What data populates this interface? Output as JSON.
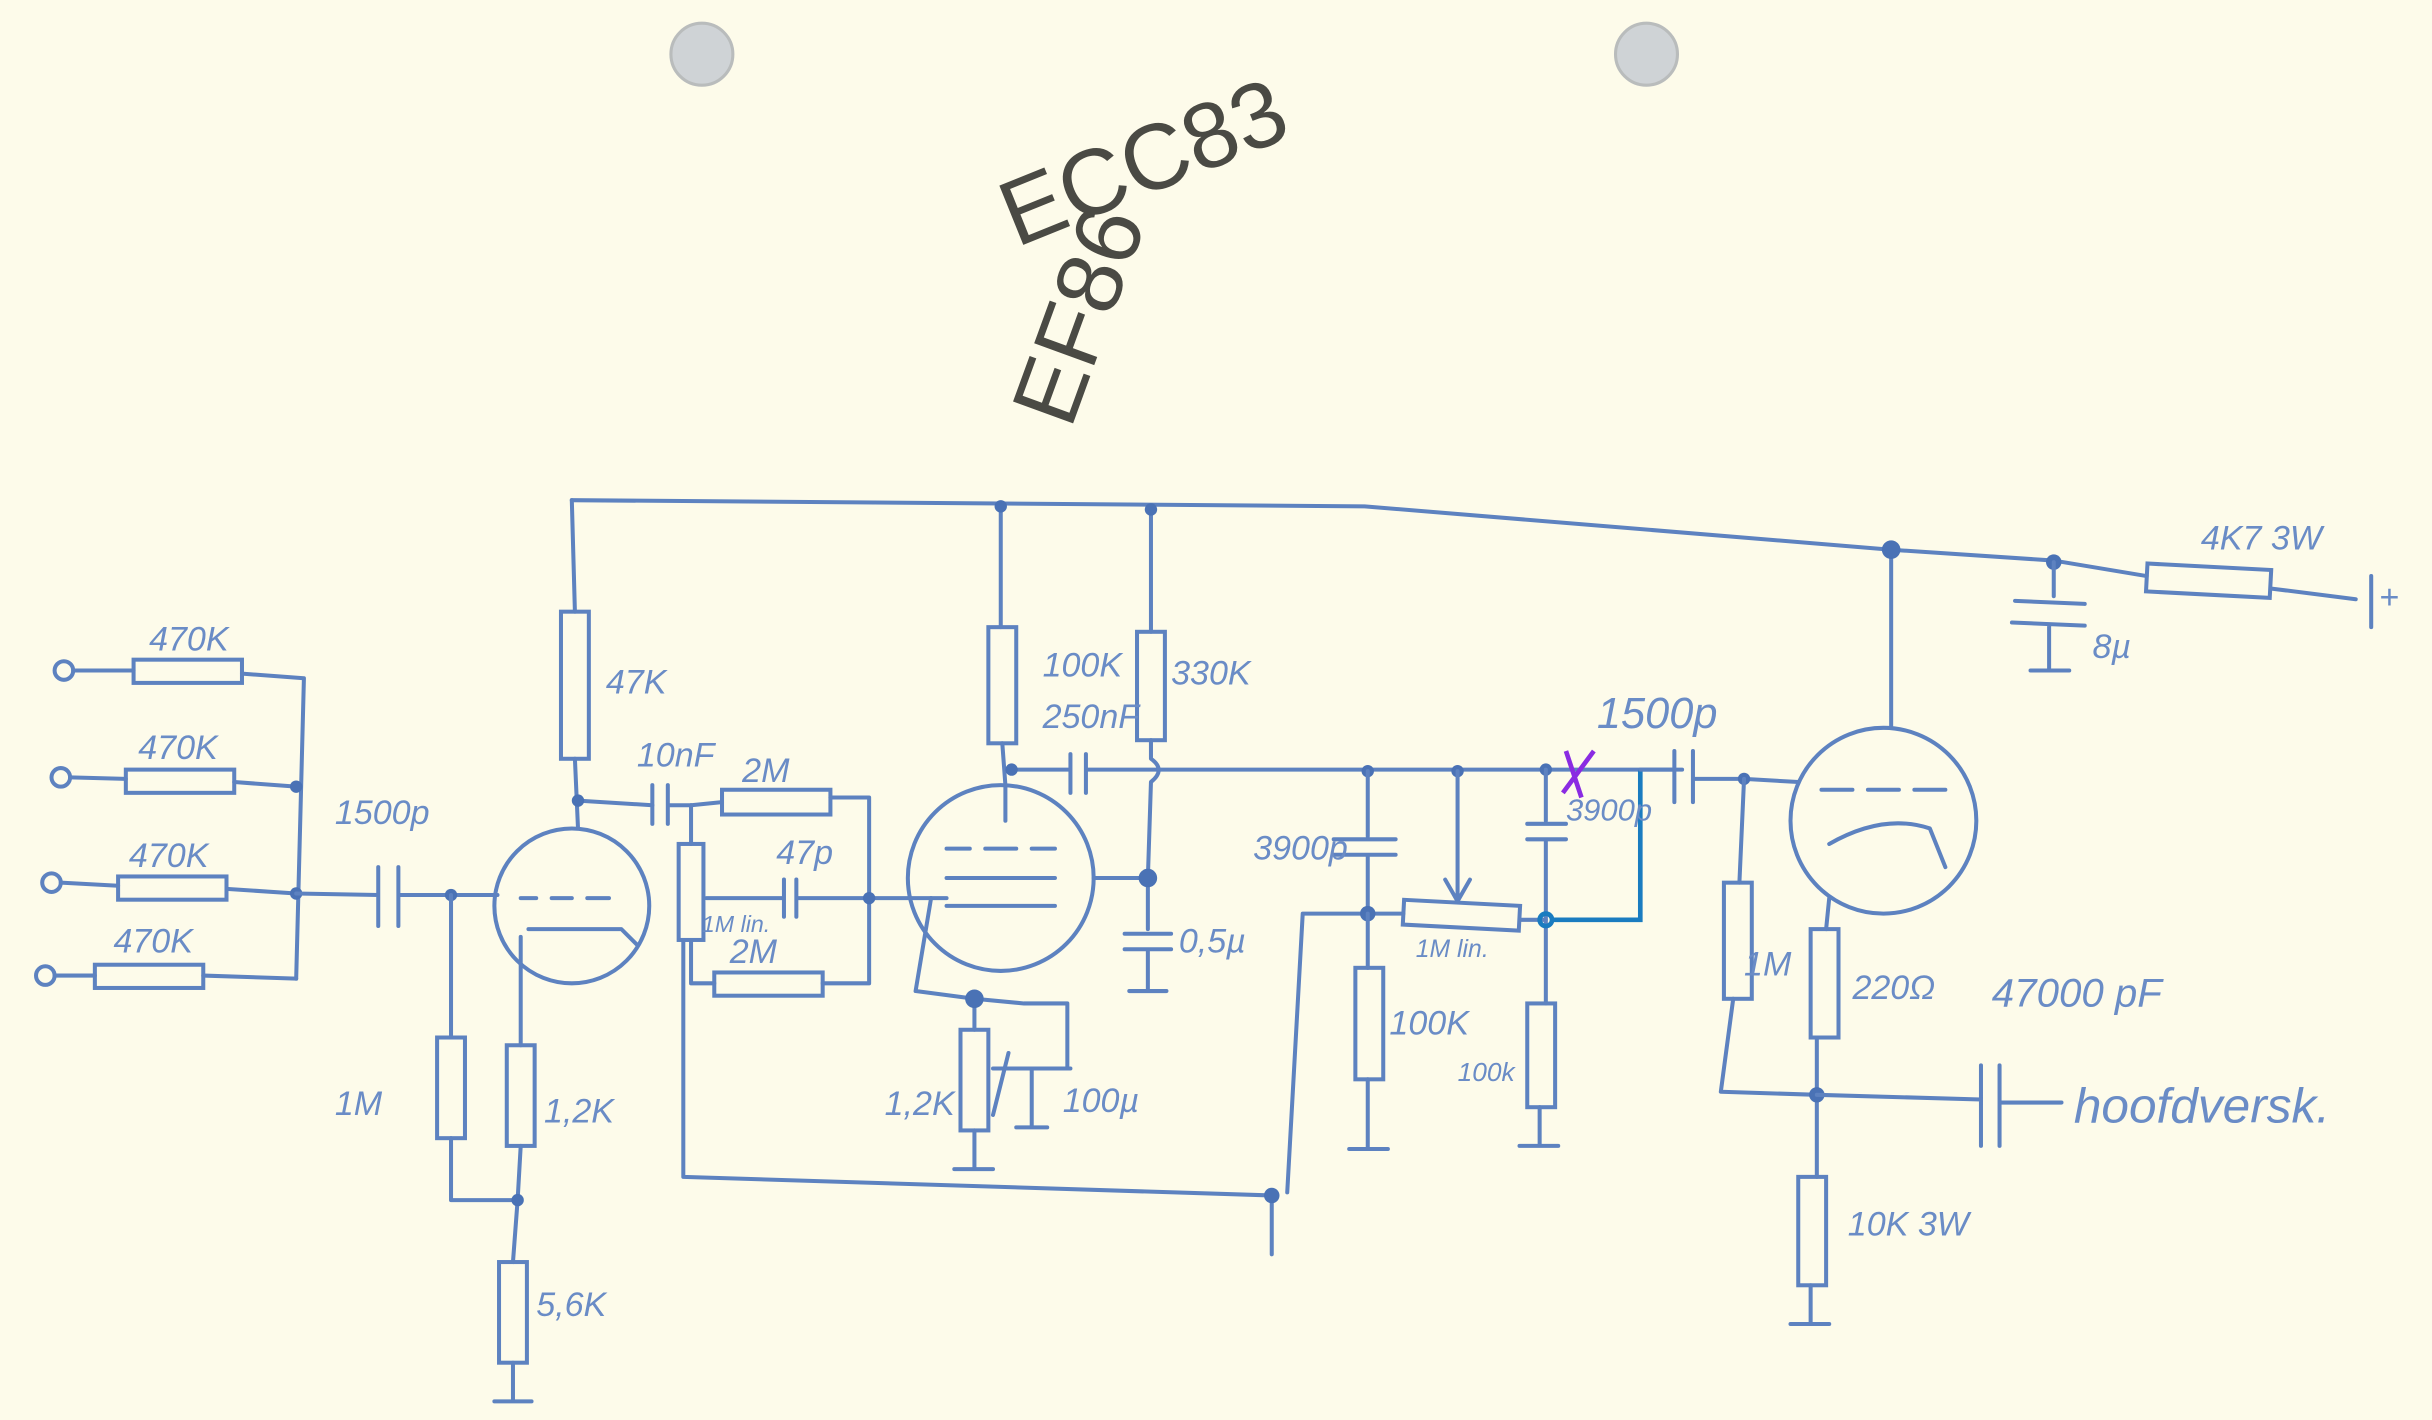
{
  "tubes": [
    "ECC83",
    "EF86"
  ],
  "labels": {
    "in_r1": "470K",
    "in_r2": "470K",
    "in_r3": "470K",
    "in_r4": "470K",
    "in_cap": "1500p",
    "v1_anode_r": "47K",
    "v1_grid_r": "1M",
    "v1_cath_r": "1,2K",
    "v1_cath_r2": "5,6K",
    "coupling_cap": "10nF",
    "fb_r_top": "2M",
    "fb_cap": "47p",
    "pot1": "1M lin.",
    "fb_r_bot": "2M",
    "v2_anode_r": "100K",
    "v2_screen_r": "330K",
    "v2_out_cap": "250nF",
    "v2_screen_cap": "0,5µ",
    "v2_cath_r": "1,2K",
    "v2_cath_cap": "100µ",
    "tone_cap1": "3900p",
    "pot2": "1M lin.",
    "tone_r1": "100K",
    "tone_r2": "100k",
    "tone_cap2": "3900p",
    "v3_in_cap": "1500p",
    "v3_grid_r": "1M",
    "v3_cath_r": "220Ω",
    "out_cap": "47000 pF",
    "output_label": "hoofdversk.",
    "v3_cath_r2": "10K 3W",
    "supply_r": "4K7 3W",
    "supply_cap": "8µ",
    "supply_plus": "+"
  },
  "colors": {
    "ink": "#5d82c0",
    "paper": "#fdfbea",
    "edit_wire": "#1a7cc0",
    "edit_mark": "#8a2be2"
  }
}
